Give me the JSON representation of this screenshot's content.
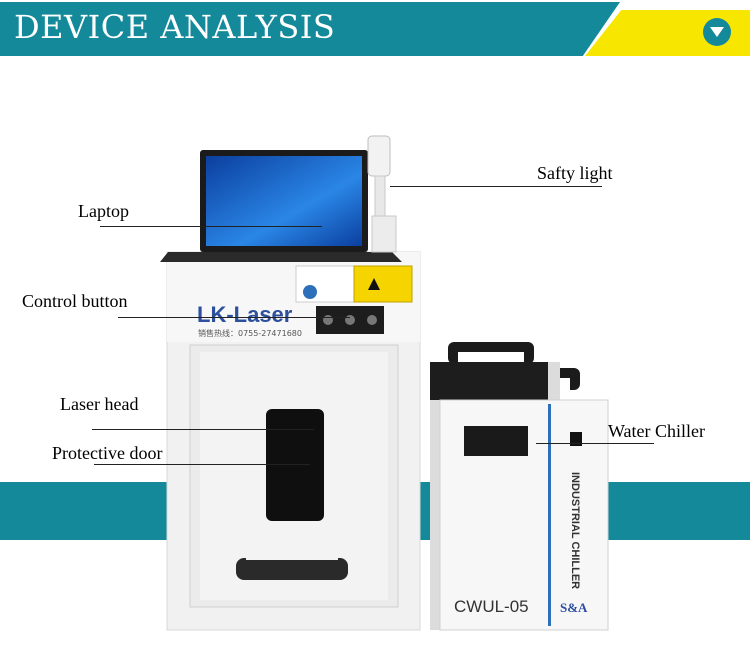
{
  "header": {
    "title": "DEVICE ANALYSIS",
    "button_icon": "chevron-down-icon"
  },
  "labels": {
    "laptop": "Laptop",
    "control_button": "Control button",
    "laser_head": "Laser head",
    "protective_door": "Protective door",
    "safty_light": "Safty light",
    "water_chiller": "Water Chiller"
  },
  "machine": {
    "brand": "LK-Laser",
    "phone_line": "销售热线：0755-27471680"
  },
  "chiller": {
    "side_text": "INDUSTRIAL CHILLER",
    "model": "CWUL-05",
    "brand": "S&A"
  },
  "colors": {
    "teal": "#13899a",
    "yellow": "#f7e600"
  }
}
